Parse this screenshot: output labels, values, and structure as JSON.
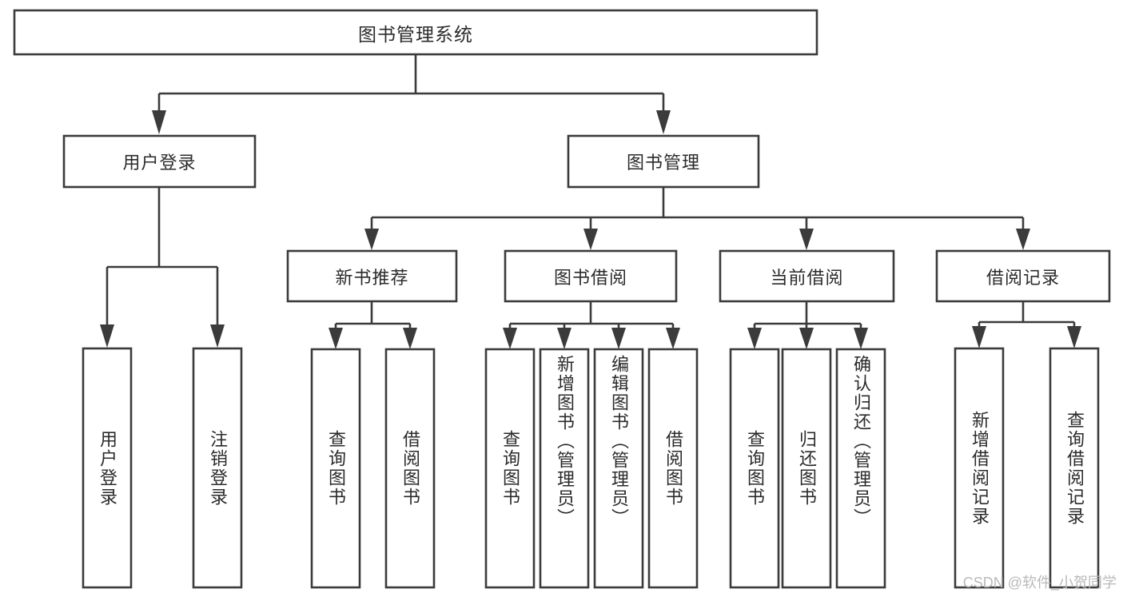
{
  "diagram": {
    "type": "tree",
    "title": "图书管理系统",
    "orientation": "top-down",
    "colors": {
      "box_stroke": "#3b3b3b",
      "box_fill": "#ffffff",
      "connector": "#3b3b3b",
      "text": "#2b2b2b",
      "watermark": "#b9b9b9",
      "background": "#ffffff"
    },
    "levels": {
      "root": "图书管理系统",
      "level1": [
        "用户登录",
        "图书管理"
      ],
      "level2": [
        "新书推荐",
        "图书借阅",
        "当前借阅",
        "借阅记录"
      ]
    },
    "nodes": {
      "root": {
        "label": "图书管理系统",
        "orientation": "horizontal"
      },
      "user_login": {
        "label": "用户登录",
        "orientation": "horizontal"
      },
      "book_mgmt": {
        "label": "图书管理",
        "orientation": "horizontal"
      },
      "new_book_rec": {
        "label": "新书推荐",
        "orientation": "horizontal"
      },
      "book_borrow": {
        "label": "图书借阅",
        "orientation": "horizontal"
      },
      "current_borrow": {
        "label": "当前借阅",
        "orientation": "horizontal"
      },
      "borrow_record": {
        "label": "借阅记录",
        "orientation": "horizontal"
      },
      "leaf_user_login": {
        "label": "用户登录",
        "orientation": "vertical"
      },
      "leaf_user_logout": {
        "label": "注销登录",
        "orientation": "vertical"
      },
      "leaf_query_book_1": {
        "label": "查询图书",
        "orientation": "vertical"
      },
      "leaf_borrow_book_1": {
        "label": "借阅图书",
        "orientation": "vertical"
      },
      "leaf_query_book_2": {
        "label": "查询图书",
        "orientation": "vertical"
      },
      "leaf_add_book": {
        "label": "新增图书（管理员）",
        "orientation": "vertical"
      },
      "leaf_edit_book": {
        "label": "编辑图书（管理员）",
        "orientation": "vertical"
      },
      "leaf_borrow_book_2": {
        "label": "借阅图书",
        "orientation": "vertical"
      },
      "leaf_query_book_3": {
        "label": "查询图书",
        "orientation": "vertical"
      },
      "leaf_return_book": {
        "label": "归还图书",
        "orientation": "vertical"
      },
      "leaf_confirm_return": {
        "label": "确认归还（管理员）",
        "orientation": "vertical"
      },
      "leaf_add_record": {
        "label": "新增借阅记录",
        "orientation": "vertical"
      },
      "leaf_query_record": {
        "label": "查询借阅记录",
        "orientation": "vertical"
      }
    },
    "edges": [
      {
        "from": "图书管理系统",
        "to": "用户登录"
      },
      {
        "from": "图书管理系统",
        "to": "图书管理"
      },
      {
        "from": "用户登录",
        "to": "用户登录"
      },
      {
        "from": "用户登录",
        "to": "注销登录"
      },
      {
        "from": "图书管理",
        "to": "新书推荐"
      },
      {
        "from": "图书管理",
        "to": "图书借阅"
      },
      {
        "from": "图书管理",
        "to": "当前借阅"
      },
      {
        "from": "图书管理",
        "to": "借阅记录"
      },
      {
        "from": "新书推荐",
        "to": "查询图书"
      },
      {
        "from": "新书推荐",
        "to": "借阅图书"
      },
      {
        "from": "图书借阅",
        "to": "查询图书"
      },
      {
        "from": "图书借阅",
        "to": "新增图书（管理员）"
      },
      {
        "from": "图书借阅",
        "to": "编辑图书（管理员）"
      },
      {
        "from": "图书借阅",
        "to": "借阅图书"
      },
      {
        "from": "当前借阅",
        "to": "查询图书"
      },
      {
        "from": "当前借阅",
        "to": "归还图书"
      },
      {
        "from": "当前借阅",
        "to": "确认归还（管理员）"
      },
      {
        "from": "借阅记录",
        "to": "新增借阅记录"
      },
      {
        "from": "借阅记录",
        "to": "查询借阅记录"
      }
    ]
  },
  "watermark": {
    "text": "CSDN @软件_小贺同学"
  }
}
